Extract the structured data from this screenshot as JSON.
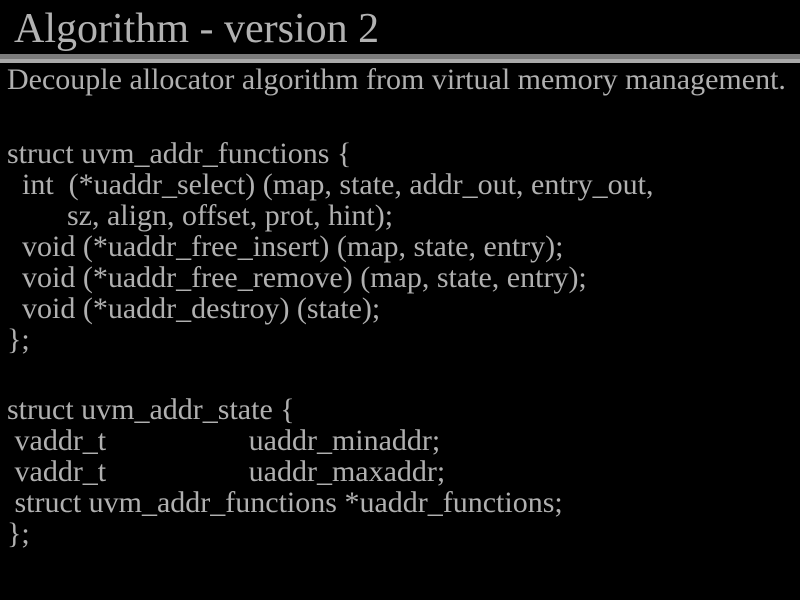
{
  "slide": {
    "title": "Algorithm - version 2",
    "subtitle": "Decouple allocator algorithm from virtual memory management.",
    "code_functions": {
      "lines": [
        "struct uvm_addr_functions {",
        "  int  (*uaddr_select) (map, state, addr_out, entry_out,",
        "        sz, align, offset, prot, hint);",
        "  void (*uaddr_free_insert) (map, state, entry);",
        "  void (*uaddr_free_remove) (map, state, entry);",
        "  void (*uaddr_destroy) (state);",
        "};"
      ]
    },
    "code_state": {
      "lines": [
        "struct uvm_addr_state {",
        " vaddr_t                   uaddr_minaddr;",
        " vaddr_t                   uaddr_maxaddr;",
        " struct uvm_addr_functions *uaddr_functions;",
        "};"
      ]
    },
    "colors": {
      "background": "#000000",
      "text": "#b0b0b0",
      "title_text": "#b2b2b2",
      "divider_top": "#7b7b7b",
      "divider_bottom": "#a9a9a9"
    }
  }
}
